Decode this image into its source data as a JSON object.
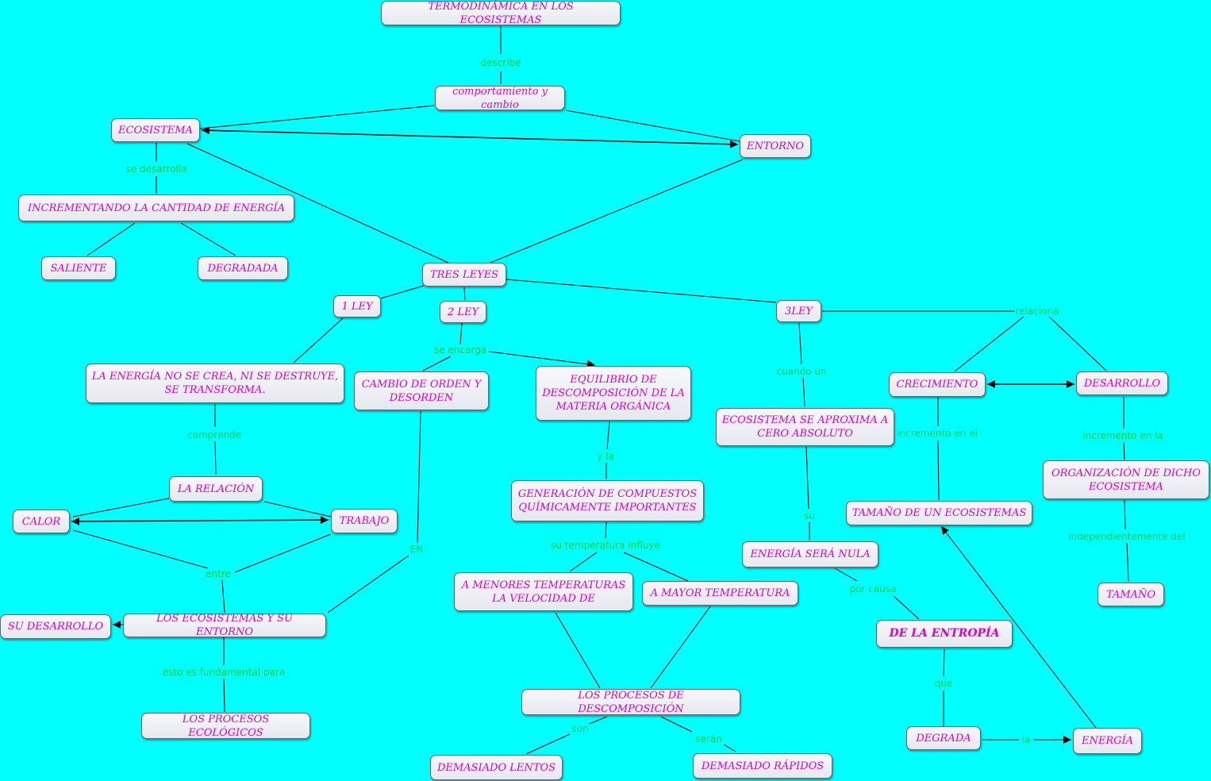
{
  "nodes": {
    "termo": "TERMODINÁMICA EN LOS ECOSISTEMAS",
    "comport": "comportamiento y cambio",
    "ecosistema": "ECOSISTEMA",
    "entorno": "ENTORNO",
    "incrementando": "INCREMENTANDO LA CANTIDAD DE ENERGÍA",
    "saliente": "SALIENTE",
    "degradada": "DEGRADADA",
    "tresleyes": "TRES LEYES",
    "ley1": "1 LEY",
    "ley2": "2 LEY",
    "ley3": "3LEY",
    "energia_no": "LA ENERGÍA NO SE CREA, NI SE DESTRUYE, SE TRANSFORMA.",
    "cambio_orden": "CAMBIO DE ORDEN Y DESORDEN",
    "equilibrio": "EQUILIBRIO DE DESCOMPOSICIÓN DE LA MATERIA ORGÁNICA",
    "eco_cero": "ECOSISTEMA SE APROXIMA A CERO ABSOLUTO",
    "crecimiento": "CRECIMIENTO",
    "desarrollo": "DESARROLLO",
    "relacion": "LA RELACIÓN",
    "calor": "CALOR",
    "trabajo": "TRABAJO",
    "generacion": "GENERACIÓN DE COMPUESTOS QUÍMICAMENTE IMPORTANTES",
    "energia_nula": "ENERGÍA SERÁ NULA",
    "tamano_eco": "TAMAÑO DE UN ECOSISTEMAS",
    "organizacion": "ORGANIZACIÓN DE DICHO ECOSISTEMA",
    "menores": "A MENORES TEMPERATURAS LA VELOCIDAD DE",
    "mayor": "A MAYOR TEMPERATURA",
    "su_desarrollo": "SU DESARROLLO",
    "eco_entorno": "LOS ECOSISTEMAS Y SU ENTORNO",
    "entropia": "DE LA ENTROPÍA",
    "tamano": "TAMAÑO",
    "procesos_desc": "LOS PROCESOS DE DESCOMPOSICIÓN",
    "procesos_eco": "LOS PROCESOS ECOLÓGICOS",
    "degrada": "DEGRADA",
    "energia": "ENERGÍA",
    "lentos": "DEMASIADO LENTOS",
    "rapidos": "DEMASIADO RÁPIDOS"
  },
  "labels": {
    "describe": "describe",
    "se_desarrolla": "se desarrolla",
    "se_encarga": "se encarga",
    "relaciona": "relaciona",
    "cuando_un": "cuando  un",
    "incremento_en_el": "incremento en el",
    "incremento_en_la": "incremento en la",
    "comprende": "comprende",
    "y_la": "y la",
    "su": "su",
    "su_temperatura": "su temperatura influye",
    "en": "EN",
    "entre": "entre",
    "independientemente": "independientemente del",
    "por_causa": "por causa",
    "fundamental": "ésto es fundamental para",
    "que": "que",
    "la": "la",
    "son": "son",
    "seran": "serán"
  }
}
